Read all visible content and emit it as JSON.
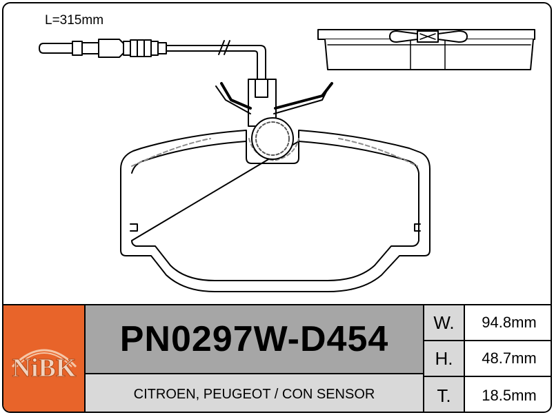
{
  "colors": {
    "logo_bg": "#e8642a",
    "part_bg": "#a6a6a6",
    "apps_bg": "#d9d9d9",
    "spec_key_bg": "#d9d9d9",
    "spec_val_bg": "#ffffff",
    "line": "#000000",
    "dashed": "#8c8c8c"
  },
  "drawing": {
    "sensor_length_label": "L=315mm"
  },
  "logo": {
    "text": "NiBK"
  },
  "part": {
    "number": "PN0297W-D454"
  },
  "applications": "CITROEN, PEUGEOT / CON SENSOR",
  "specs": [
    {
      "key": "W.",
      "value": "94.8mm"
    },
    {
      "key": "H.",
      "value": "48.7mm"
    },
    {
      "key": "T.",
      "value": "18.5mm"
    }
  ]
}
